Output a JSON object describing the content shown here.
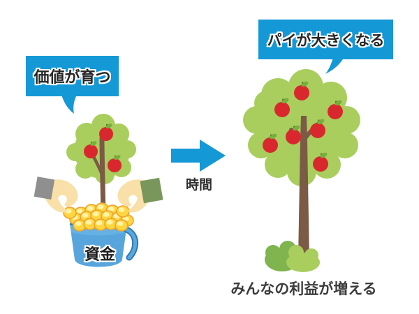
{
  "diagram": {
    "left_bubble_label": "価値が育つ",
    "right_bubble_label": "パイが大きくなる",
    "time_label": "時間",
    "bucket_label": "資金",
    "caption": "みんなの利益が増える"
  },
  "colors": {
    "bubble_blue": "#1598d6",
    "arrow_blue": "#1598d6",
    "foliage_green": "#a9ce5d",
    "bush_dark_green": "#7fb44f",
    "apple_red": "#d8282e",
    "apple_leaf_green": "#79ae3f",
    "trunk_brown": "#7b5b45",
    "bucket_blue": "#57a5dc",
    "bucket_rim_blue": "#3f93cf",
    "bucket_outline_blue": "#2b7ab8",
    "coin_gold": "#ffd640",
    "coin_edge_orange": "#eda22e",
    "hand_skin": "#f8e0a8",
    "sleeve_gray": "#8f8f8f",
    "sleeve_green": "#79975b",
    "text_dark": "#333333",
    "background": "#ffffff"
  },
  "icons": [
    "left-speech-bubble",
    "right-speech-bubble",
    "time-arrow-icon",
    "small-tree-icon",
    "large-tree-icon",
    "bucket-icon",
    "coin-pile-icon",
    "left-hand-icon",
    "right-hand-icon",
    "bushes-icon"
  ]
}
